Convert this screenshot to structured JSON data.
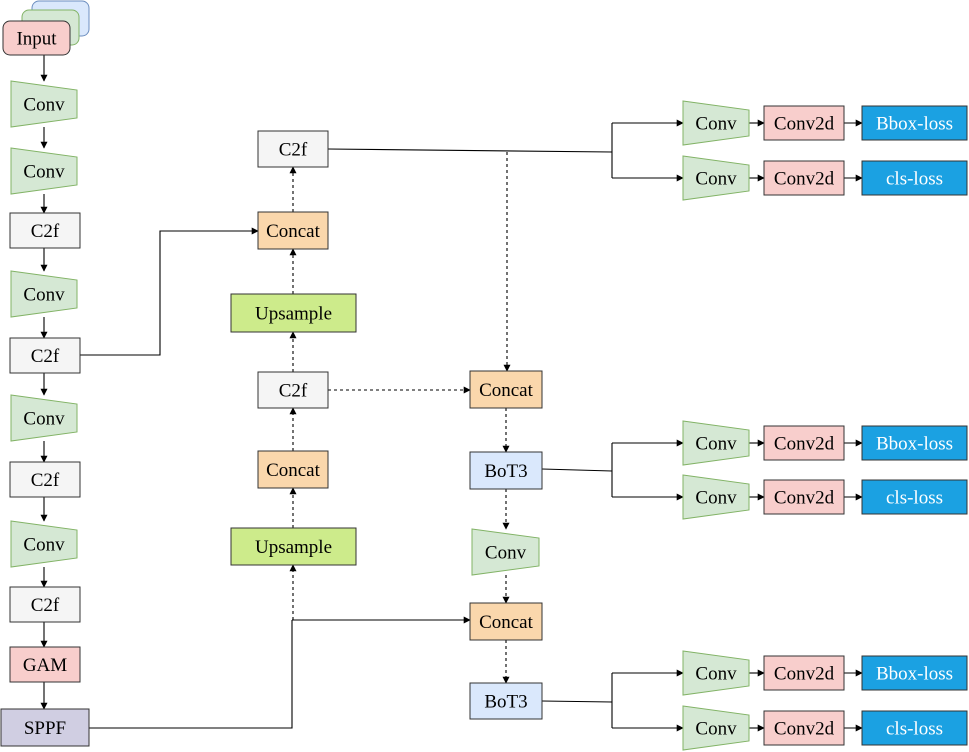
{
  "colors": {
    "input_fill": "#f8cecc",
    "conv_fill": "#d5e8d4",
    "c2f_fill": "#f5f5f5",
    "gam_fill": "#f8cecc",
    "sppf_fill": "#d0cee2",
    "concat_fill": "#fad7ac",
    "upsample_fill": "#cdeb8b",
    "bot3_fill": "#dae8fc",
    "conv2d_fill": "#f8cecc",
    "loss_fill": "#1ba1e2",
    "loss_text": "#ffffff",
    "stack_back_fill": "#dae8fc",
    "stack_mid_fill": "#d5e8d4"
  },
  "backbone": [
    {
      "id": "input",
      "label": "Input",
      "type": "input"
    },
    {
      "id": "b_conv1",
      "label": "Conv",
      "type": "conv"
    },
    {
      "id": "b_conv2",
      "label": "Conv",
      "type": "conv"
    },
    {
      "id": "b_c2f1",
      "label": "C2f",
      "type": "c2f"
    },
    {
      "id": "b_conv3",
      "label": "Conv",
      "type": "conv"
    },
    {
      "id": "b_c2f2",
      "label": "C2f",
      "type": "c2f"
    },
    {
      "id": "b_conv4",
      "label": "Conv",
      "type": "conv"
    },
    {
      "id": "b_c2f3",
      "label": "C2f",
      "type": "c2f"
    },
    {
      "id": "b_conv5",
      "label": "Conv",
      "type": "conv"
    },
    {
      "id": "b_c2f4",
      "label": "C2f",
      "type": "c2f"
    },
    {
      "id": "gam",
      "label": "GAM",
      "type": "gam"
    },
    {
      "id": "sppf",
      "label": "SPPF",
      "type": "sppf"
    }
  ],
  "neck": [
    {
      "id": "n_c2f_top",
      "label": "C2f",
      "type": "c2f"
    },
    {
      "id": "n_concat1",
      "label": "Concat",
      "type": "concat"
    },
    {
      "id": "n_upsample1",
      "label": "Upsample",
      "type": "upsample"
    },
    {
      "id": "n_c2f_mid",
      "label": "C2f",
      "type": "c2f"
    },
    {
      "id": "n_concat2",
      "label": "Concat",
      "type": "concat"
    },
    {
      "id": "n_upsample2",
      "label": "Upsample",
      "type": "upsample"
    },
    {
      "id": "n_concat3",
      "label": "Concat",
      "type": "concat"
    },
    {
      "id": "n_bot3_1",
      "label": "BoT3",
      "type": "bot3"
    },
    {
      "id": "n_conv",
      "label": "Conv",
      "type": "conv"
    },
    {
      "id": "n_concat4",
      "label": "Concat",
      "type": "concat"
    },
    {
      "id": "n_bot3_2",
      "label": "BoT3",
      "type": "bot3"
    }
  ],
  "heads": [
    {
      "rows": [
        {
          "conv": "Conv",
          "conv2d": "Conv2d",
          "loss": "Bbox-loss"
        },
        {
          "conv": "Conv",
          "conv2d": "Conv2d",
          "loss": "cls-loss"
        }
      ]
    },
    {
      "rows": [
        {
          "conv": "Conv",
          "conv2d": "Conv2d",
          "loss": "Bbox-loss"
        },
        {
          "conv": "Conv",
          "conv2d": "Conv2d",
          "loss": "cls-loss"
        }
      ]
    },
    {
      "rows": [
        {
          "conv": "Conv",
          "conv2d": "Conv2d",
          "loss": "Bbox-loss"
        },
        {
          "conv": "Conv",
          "conv2d": "Conv2d",
          "loss": "cls-loss"
        }
      ]
    }
  ]
}
